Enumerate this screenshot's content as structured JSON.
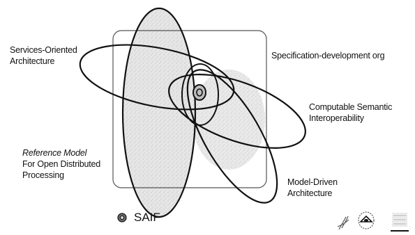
{
  "diagram": {
    "domains": [
      {
        "id": "soa",
        "lines": [
          "Services-Oriented",
          "Architecture"
        ],
        "italic": false
      },
      {
        "id": "sdo",
        "lines": [
          "Specification-development org"
        ],
        "italic": false
      },
      {
        "id": "csi",
        "lines": [
          "Computable Semantic",
          "Interoperability"
        ],
        "italic": false
      },
      {
        "id": "rmodp",
        "lines": [
          "Reference Model",
          "For Open Distributed",
          "Processing"
        ],
        "italic_first_line": true
      },
      {
        "id": "mda",
        "lines": [
          "Model-Driven",
          "Architecture"
        ],
        "italic": false
      }
    ],
    "legend": {
      "icon": "saif-target-icon",
      "label": "SAIF"
    },
    "colors": {
      "stroke": "#111111",
      "shade": "#d4d4d4"
    }
  }
}
